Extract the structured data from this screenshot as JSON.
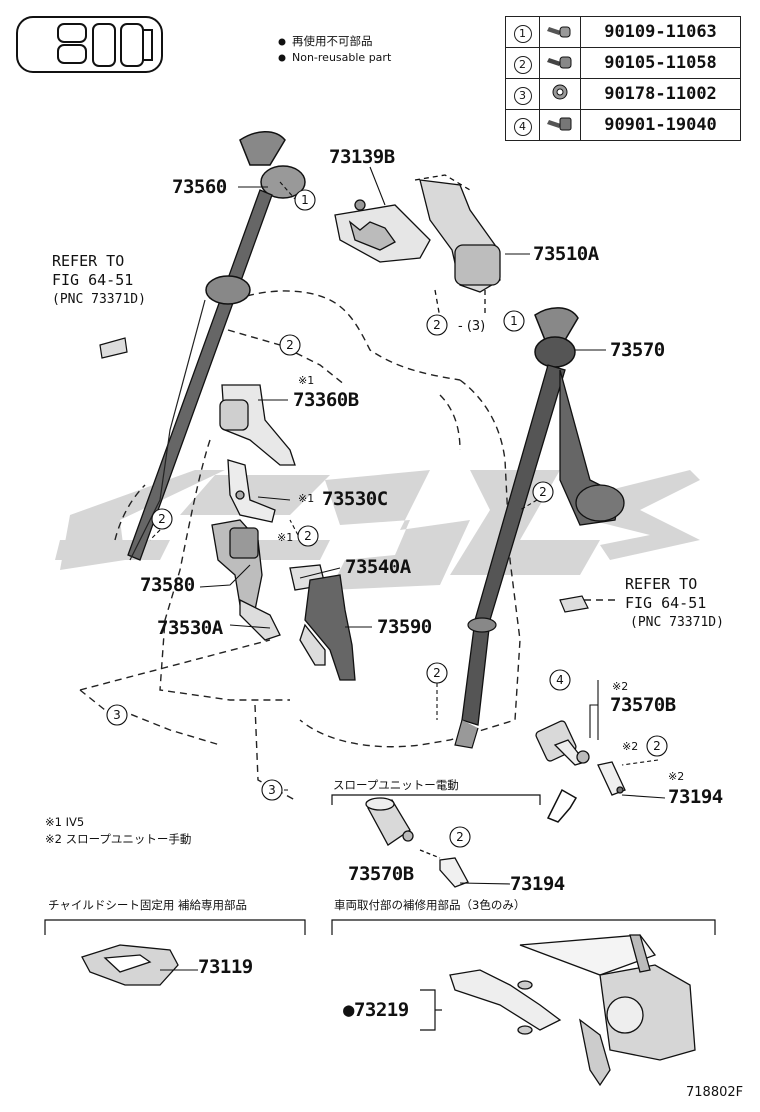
{
  "legend": {
    "non_reusable_ja": "再使用不可部品",
    "non_reusable_en": "Non-reusable part"
  },
  "bolts": [
    {
      "no": "1",
      "part": "90109-11063"
    },
    {
      "no": "2",
      "part": "90105-11058"
    },
    {
      "no": "3",
      "part": "90178-11002"
    },
    {
      "no": "4",
      "part": "90901-19040"
    }
  ],
  "refer_left": {
    "line1": "REFER TO",
    "line2": "FIG 64-51",
    "line3": "(PNC 73371D)"
  },
  "refer_right": {
    "line1": "REFER TO",
    "line2": "FIG 64-51",
    "line3": "(PNC 73371D)"
  },
  "parts": {
    "p73560": "73560",
    "p73139B": "73139B",
    "p73510A": "73510A",
    "p73570": "73570",
    "p73360B": "73360B",
    "p73530C": "73530C",
    "p73580": "73580",
    "p73540A": "73540A",
    "p73530A": "73530A",
    "p73590": "73590",
    "p73570B": "73570B",
    "p73194": "73194",
    "p73570B_2": "73570B",
    "p73194_2": "73194",
    "p73119": "73119",
    "p73219": "●73219"
  },
  "marks": {
    "m73360B": "※1",
    "m73530C": "※1",
    "m2_mid": "※1",
    "m73570B": "※2",
    "m2_right": "※2",
    "m73194": "※2",
    "circ_2_3": "- (3)"
  },
  "notes": {
    "note1": "※1  IV5",
    "note2": "※2 スロープユニットー手動"
  },
  "section_slope_electric": "スロープユニットー電動",
  "section_child_seat": "チャイルドシート固定用  補給専用部品",
  "section_repair": "車両取付部の補修用部品（3色のみ）",
  "figure_id": "718802F"
}
